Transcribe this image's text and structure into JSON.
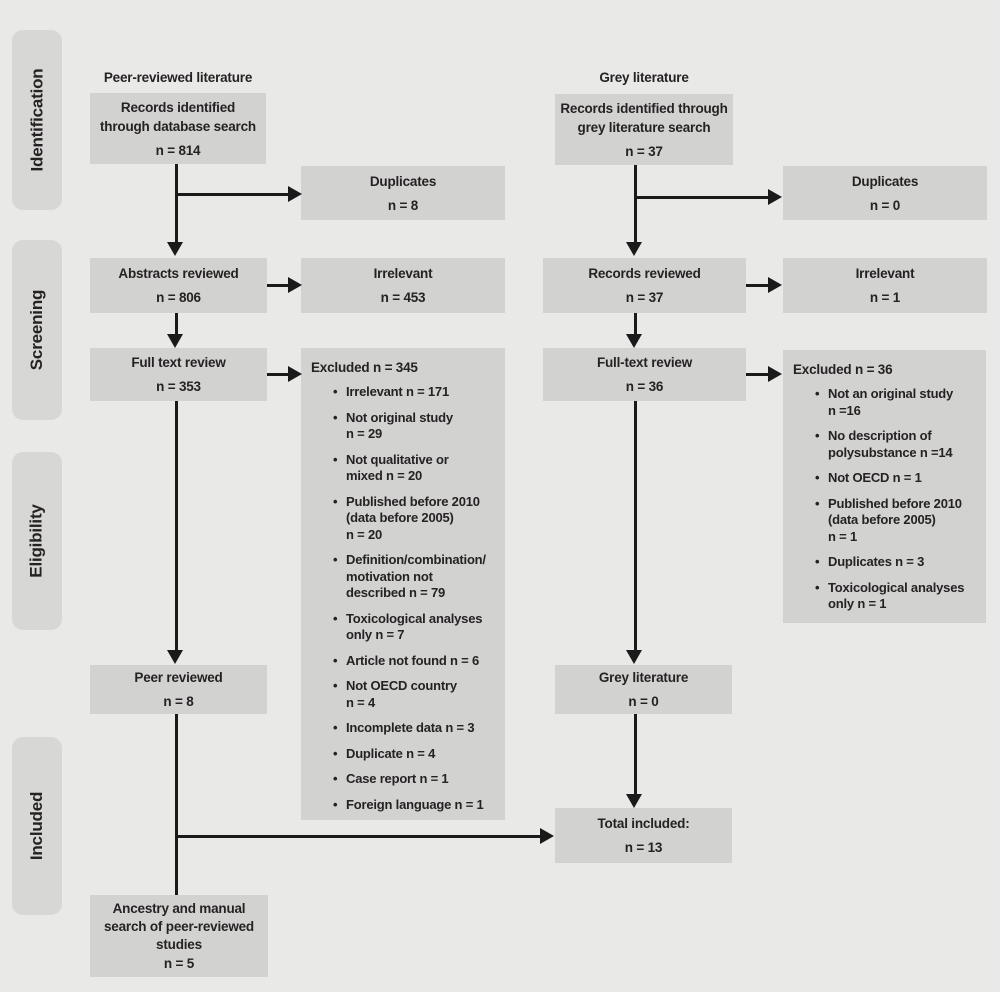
{
  "stages": {
    "identification": "Identification",
    "screening": "Screening",
    "eligibility": "Eligibility",
    "included": "Included"
  },
  "column_headers": {
    "peer": "Peer-reviewed literature",
    "grey": "Grey literature"
  },
  "boxes": {
    "peer_records_identified": {
      "label": "Records identified\nthrough database search",
      "n": "n = 814"
    },
    "peer_duplicates": {
      "label": "Duplicates",
      "n": "n = 8"
    },
    "peer_abstracts_reviewed": {
      "label": "Abstracts reviewed",
      "n": "n = 806"
    },
    "peer_irrelevant": {
      "label": "Irrelevant",
      "n": "n = 453"
    },
    "peer_full_text_review": {
      "label": "Full text review",
      "n": "n = 353"
    },
    "peer_reviewed": {
      "label": "Peer reviewed",
      "n": "n = 8"
    },
    "ancestry_search": {
      "label": "Ancestry and manual\nsearch of peer-reviewed\nstudies",
      "n": "n = 5"
    },
    "grey_records_identified": {
      "label": "Records identified through\ngrey literature search",
      "n": "n = 37"
    },
    "grey_duplicates": {
      "label": "Duplicates",
      "n": "n = 0"
    },
    "grey_records_reviewed": {
      "label": "Records reviewed",
      "n": "n = 37"
    },
    "grey_irrelevant": {
      "label": "Irrelevant",
      "n": "n = 1"
    },
    "grey_full_text_review": {
      "label": "Full-text review",
      "n": "n = 36"
    },
    "grey_literature_included": {
      "label": "Grey literature",
      "n": "n = 0"
    },
    "total_included": {
      "label": "Total included:",
      "n": "n = 13"
    }
  },
  "excluded_peer": {
    "header": "Excluded n = 345",
    "items": [
      "Irrelevant n = 171",
      "Not original study\nn = 29",
      "Not qualitative or\nmixed n = 20",
      "Published before 2010\n(data before 2005)\nn = 20",
      "Definition/combination/\nmotivation not\ndescribed n = 79",
      "Toxicological analyses\nonly n = 7",
      "Article not found n = 6",
      "Not OECD country\nn = 4",
      "Incomplete data n = 3",
      "Duplicate n = 4",
      "Case report n = 1",
      "Foreign language n = 1"
    ]
  },
  "excluded_grey": {
    "header": "Excluded n = 36",
    "items": [
      "Not an original study\nn =16",
      "No description of\npolysubstance n =14",
      "Not OECD n = 1",
      "Published before 2010\n(data before 2005)\nn = 1",
      "Duplicates n = 3",
      "Toxicological analyses\nonly n = 1"
    ]
  },
  "bullet_glyph": "•",
  "colors": {
    "background": "#e9e9e8",
    "box_fill": "#d2d2d1",
    "stage_fill": "#d7d7d6",
    "line": "#1a1a1a",
    "text": "#262223"
  }
}
